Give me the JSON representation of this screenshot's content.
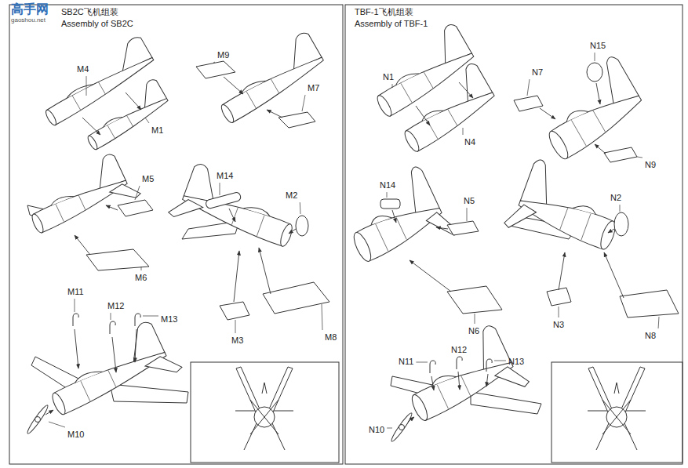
{
  "diagram": {
    "labels": [
      "高手网",
      "gaoshou.net",
      "SB2C飞机组装",
      "Assembly of SB2C",
      "M4",
      "M1",
      "M9",
      "M7",
      "M5",
      "M6",
      "M14",
      "M2",
      "M3",
      "M8",
      "M11",
      "M12",
      "M13",
      "M10",
      "TBF-1飞机组装",
      "Assembly of TBF-1",
      "N1",
      "N4",
      "N15",
      "N7",
      "N9",
      "N14",
      "N5",
      "N6",
      "N2",
      "N3",
      "N8",
      "N11",
      "N12",
      "N13",
      "N10"
    ]
  }
}
